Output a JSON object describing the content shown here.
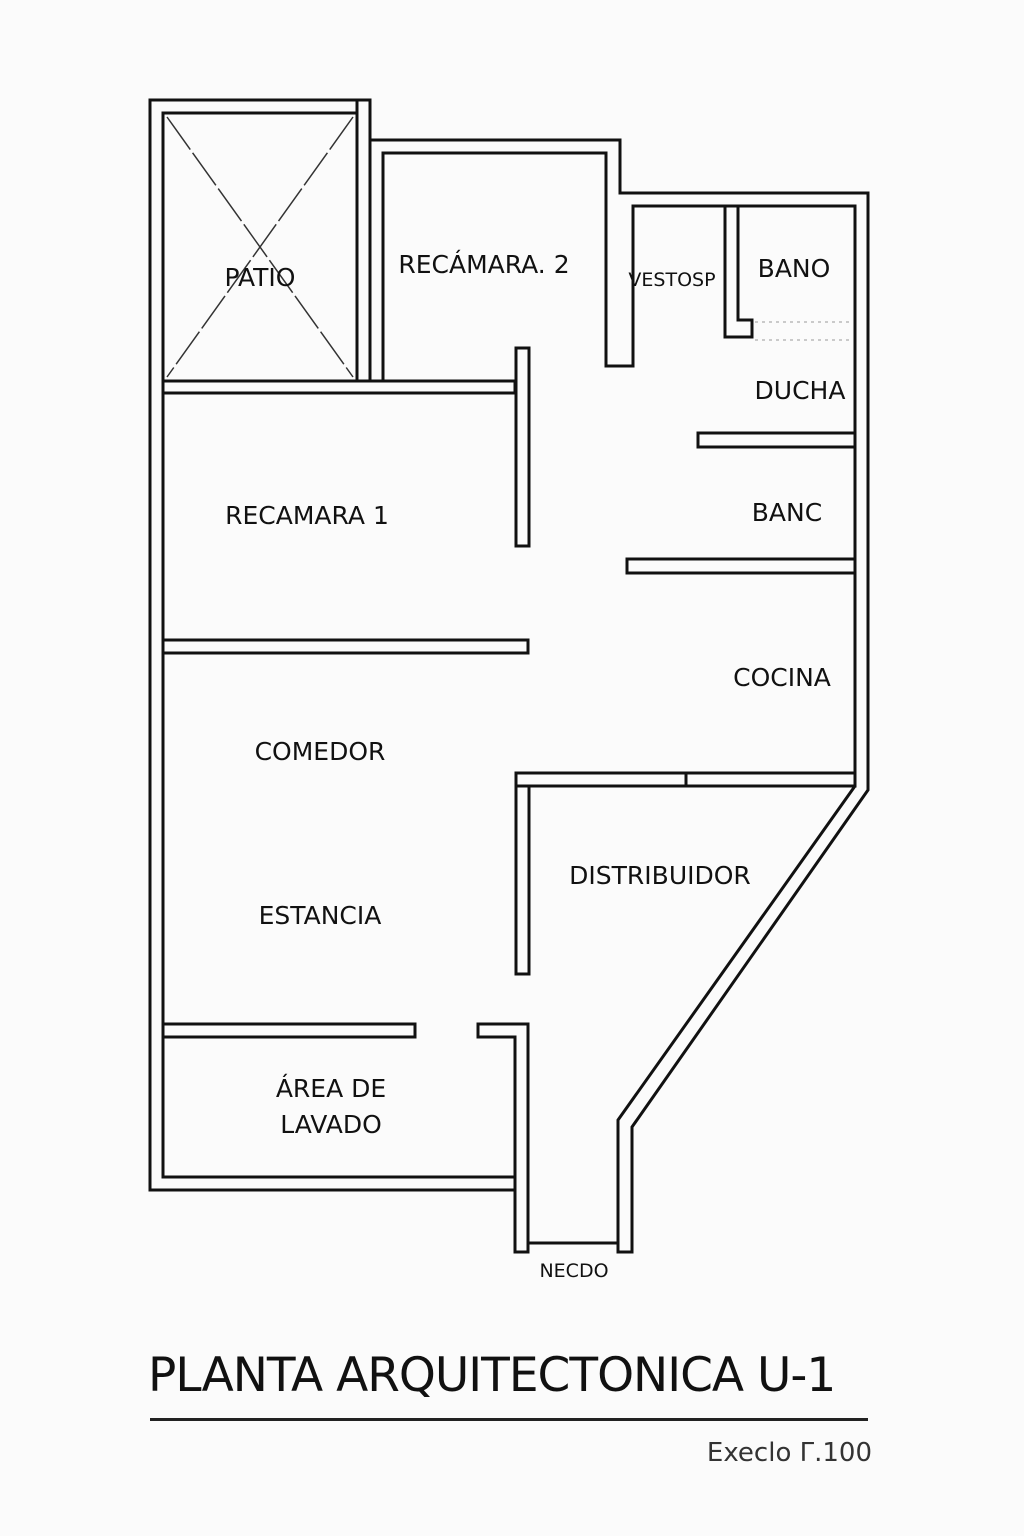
{
  "rooms": {
    "patio": "PATIO",
    "recamara2": "RECÁMARA. 2",
    "vestidor": "VESTOSP",
    "bano": "BANO",
    "ducha": "DUCHA",
    "recamara1": "RECAMARA 1",
    "banc": "BANC",
    "cocina": "COCINA",
    "comedor": "COMEDOR",
    "distribuidor": "DISTRIBUIDOR",
    "estancia": "ESTANCIA",
    "lavado_line1": "ÁREA DE",
    "lavado_line2": "LAVADO",
    "acceso": "NECDO"
  },
  "title": "PLANTA ARQUITECTONICA U-1",
  "scale": "Execlo Γ.100"
}
